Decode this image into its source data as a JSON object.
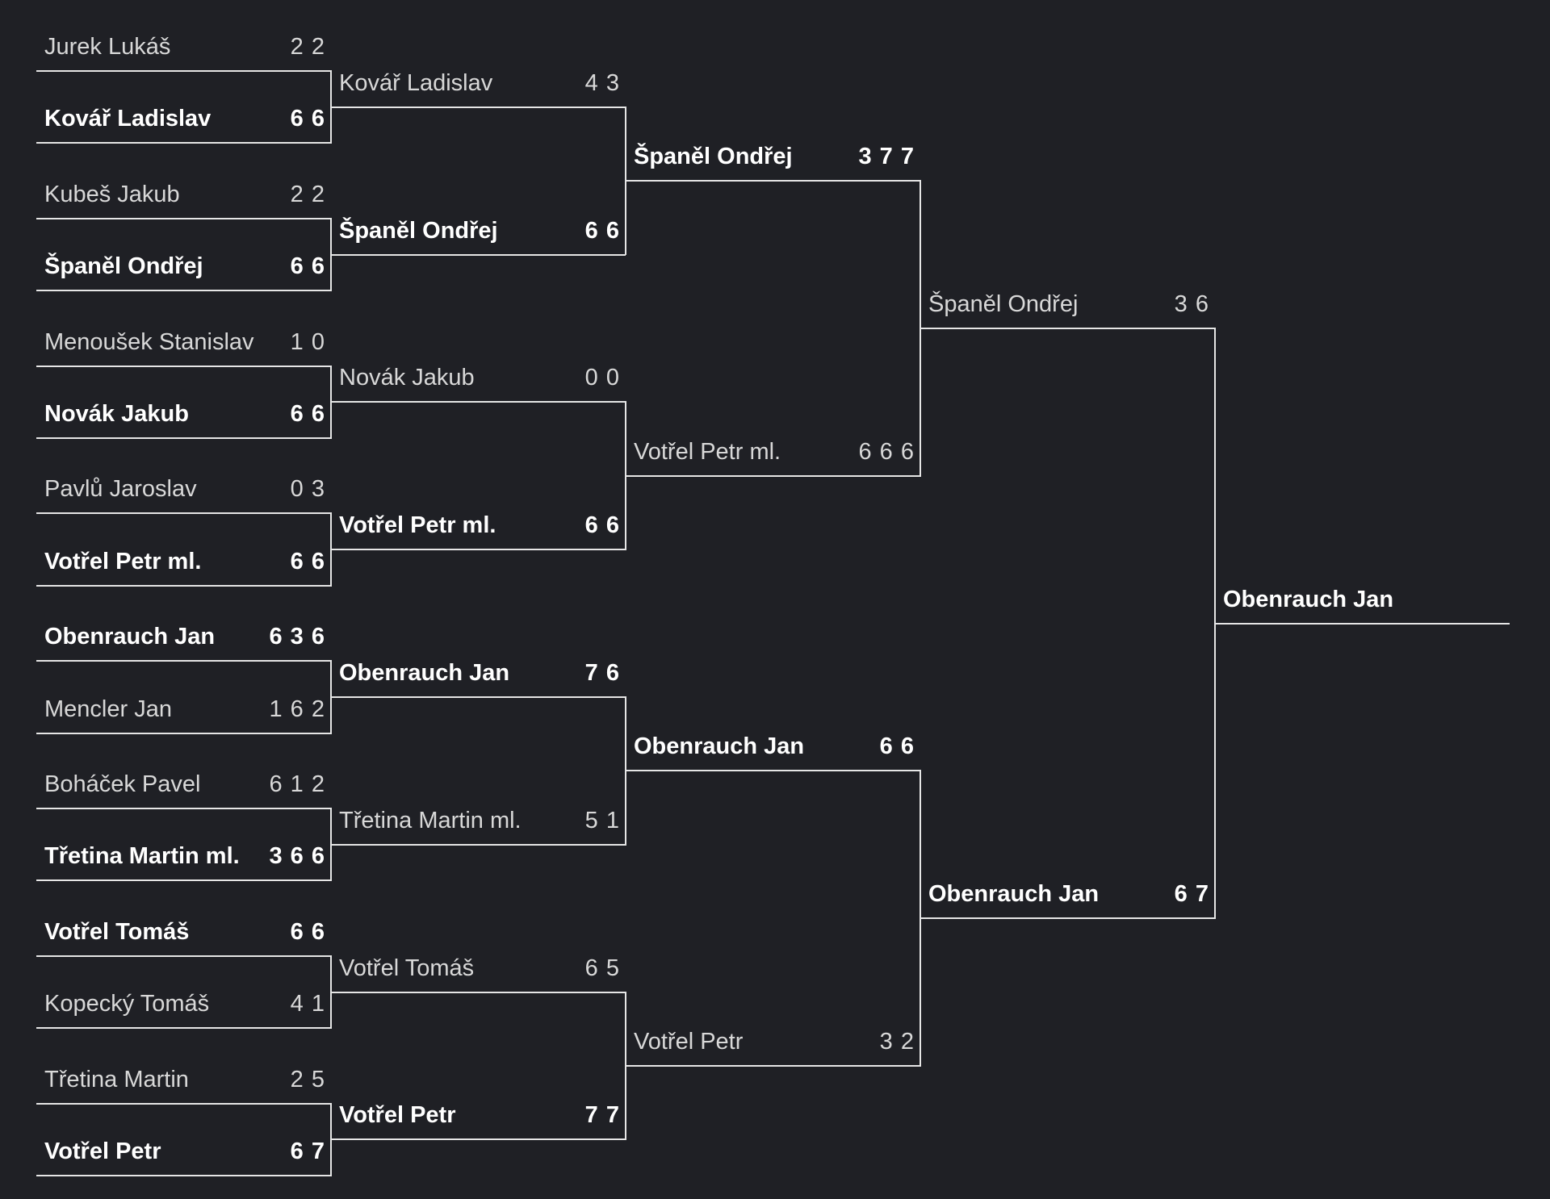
{
  "rounds": [
    {
      "matches": [
        {
          "players": [
            {
              "name": "Jurek Lukáš",
              "score": "2 2",
              "winner": false
            },
            {
              "name": "Kovář Ladislav",
              "score": "6 6",
              "winner": true
            }
          ]
        },
        {
          "players": [
            {
              "name": "Kubeš Jakub",
              "score": "2 2",
              "winner": false
            },
            {
              "name": "Španěl Ondřej",
              "score": "6 6",
              "winner": true
            }
          ]
        },
        {
          "players": [
            {
              "name": "Menoušek Stanislav",
              "score": "1 0",
              "winner": false
            },
            {
              "name": "Novák Jakub",
              "score": "6 6",
              "winner": true
            }
          ]
        },
        {
          "players": [
            {
              "name": "Pavlů Jaroslav",
              "score": "0 3",
              "winner": false
            },
            {
              "name": "Votřel Petr ml.",
              "score": "6 6",
              "winner": true
            }
          ]
        },
        {
          "players": [
            {
              "name": "Obenrauch Jan",
              "score": "6 3 6",
              "winner": true
            },
            {
              "name": "Mencler Jan",
              "score": "1 6 2",
              "winner": false
            }
          ]
        },
        {
          "players": [
            {
              "name": "Boháček Pavel",
              "score": "6 1 2",
              "winner": false
            },
            {
              "name": "Třetina Martin ml.",
              "score": "3 6 6",
              "winner": true
            }
          ]
        },
        {
          "players": [
            {
              "name": "Votřel Tomáš",
              "score": "6 6",
              "winner": true
            },
            {
              "name": "Kopecký Tomáš",
              "score": "4 1",
              "winner": false
            }
          ]
        },
        {
          "players": [
            {
              "name": "Třetina Martin",
              "score": "2 5",
              "winner": false
            },
            {
              "name": "Votřel Petr",
              "score": "6 7",
              "winner": true
            }
          ]
        }
      ]
    },
    {
      "matches": [
        {
          "players": [
            {
              "name": "Kovář Ladislav",
              "score": "4 3",
              "winner": false
            },
            {
              "name": "Španěl Ondřej",
              "score": "6 6",
              "winner": true
            }
          ]
        },
        {
          "players": [
            {
              "name": "Novák Jakub",
              "score": "0 0",
              "winner": false
            },
            {
              "name": "Votřel Petr ml.",
              "score": "6 6",
              "winner": true
            }
          ]
        },
        {
          "players": [
            {
              "name": "Obenrauch Jan",
              "score": "7 6",
              "winner": true
            },
            {
              "name": "Třetina Martin ml.",
              "score": "5 1",
              "winner": false
            }
          ]
        },
        {
          "players": [
            {
              "name": "Votřel Tomáš",
              "score": "6 5",
              "winner": false
            },
            {
              "name": "Votřel Petr",
              "score": "7 7",
              "winner": true
            }
          ]
        }
      ]
    },
    {
      "matches": [
        {
          "players": [
            {
              "name": "Španěl Ondřej",
              "score": "3 7 7",
              "winner": true
            },
            {
              "name": "Votřel Petr ml.",
              "score": "6 6 6",
              "winner": false
            }
          ]
        },
        {
          "players": [
            {
              "name": "Obenrauch Jan",
              "score": "6 6",
              "winner": true
            },
            {
              "name": "Votřel Petr",
              "score": "3 2",
              "winner": false
            }
          ]
        }
      ]
    },
    {
      "matches": [
        {
          "players": [
            {
              "name": "Španěl Ondřej",
              "score": "3 6",
              "winner": false
            },
            {
              "name": "Obenrauch Jan",
              "score": "6 7",
              "winner": true
            }
          ]
        }
      ]
    }
  ],
  "champion": {
    "name": "Obenrauch Jan",
    "score": "",
    "winner": true
  }
}
